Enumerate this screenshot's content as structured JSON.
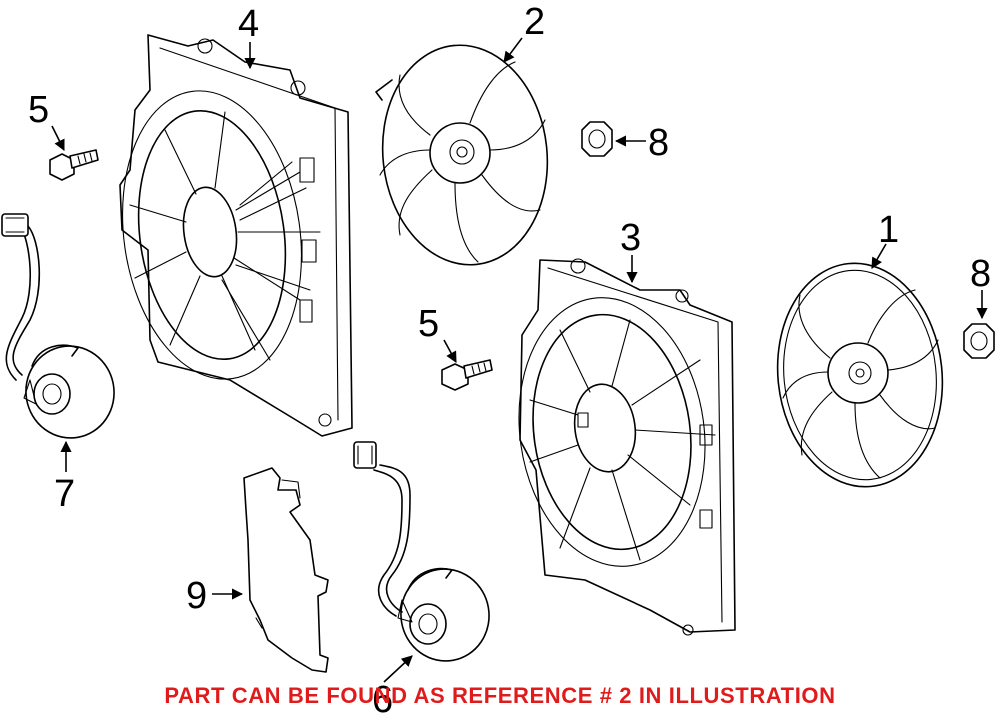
{
  "callouts": {
    "c1": "1",
    "c2": "2",
    "c3": "3",
    "c4": "4",
    "c5a": "5",
    "c5b": "5",
    "c6": "6",
    "c7": "7",
    "c8a": "8",
    "c8b": "8",
    "c9": "9"
  },
  "footer_note": "PART CAN BE FOUND AS REFERENCE # 2 IN ILLUSTRATION",
  "colors": {
    "line": "#000000",
    "footer_text": "#e01b1b",
    "background": "#ffffff"
  }
}
